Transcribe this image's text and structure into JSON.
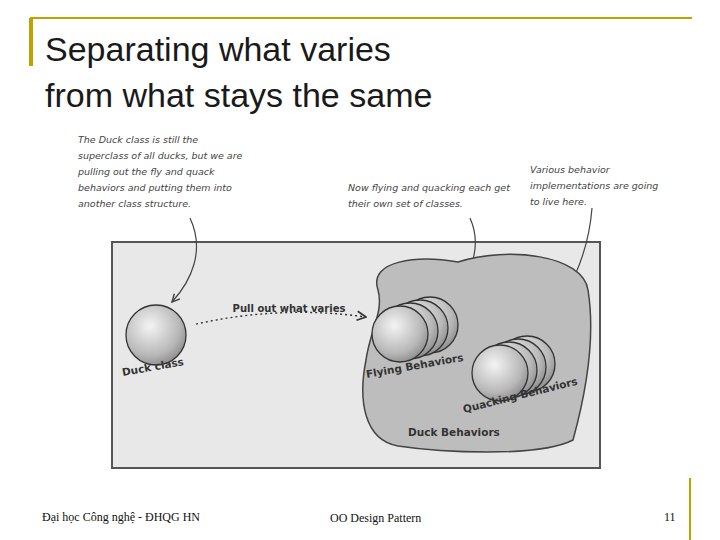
{
  "diagram": {
    "title": "Separating what varies from what stays the same",
    "nodes": [
      {
        "text": [
          "Duck class"
        ]
      },
      {
        "text": [
          "Duck Behaviors"
        ]
      },
      {
        "text": [
          "Flying Behaviors"
        ],
        "in": 1
      },
      {
        "text": [
          "Quacking Behaviors"
        ],
        "in": 1
      }
    ],
    "edges": [
      {
        "from": 0,
        "to": 2,
        "arrow": "to",
        "label": "Pull out what varies"
      }
    ],
    "labels": [
      "The Duck class is still the superclass of all ducks, but we are pulling out the fly and quack behaviors and putting them into another class structure.",
      "Now flying and quacking each get their own set of classes.",
      "Various behavior implementations are going to live here.",
      "Đại học Công nghệ - ĐHQG HN",
      "OO Design Pattern",
      "11"
    ]
  }
}
